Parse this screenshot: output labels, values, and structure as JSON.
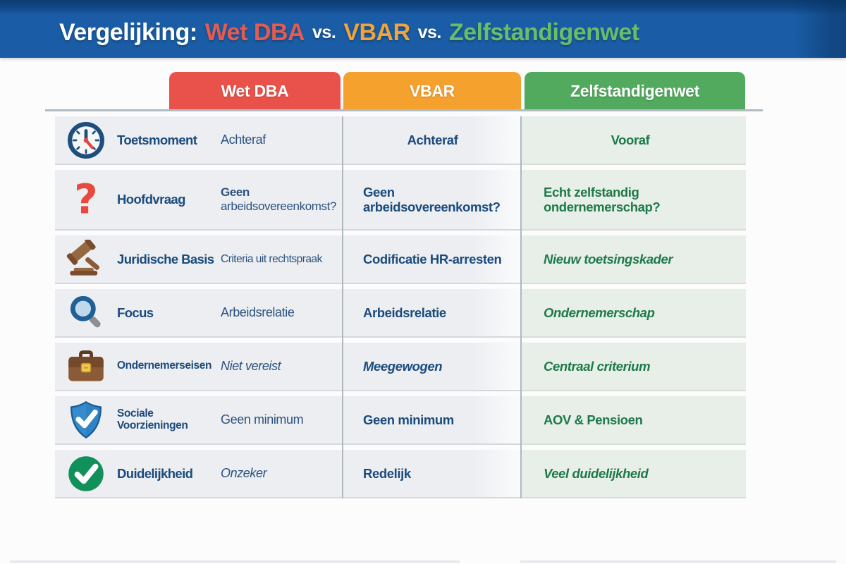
{
  "title": {
    "prefix": "Vergelijking:",
    "law_dba": "Wet DBA",
    "law_vbar": "VBAR",
    "law_zw": "Zelfstandigenwet",
    "vs": "vs."
  },
  "columns": [
    {
      "label": "Wet DBA",
      "color": "#E8524A"
    },
    {
      "label": "VBAR",
      "color": "#F5A12E"
    },
    {
      "label": "Zelfstandigenwet",
      "color": "#52AA5E"
    }
  ],
  "rows": [
    {
      "icon": "clock-icon",
      "label": "Toetsmoment",
      "wet_dba": "Achteraf",
      "vbar": "Achteraf",
      "zelfstandigenwet": "Vooraf"
    },
    {
      "icon": "question-mark-icon",
      "label": "Hoofdvraag",
      "wet_dba": "Geen arbeidsovereenkomst?",
      "vbar": "Geen arbeidsovereenkomst?",
      "zelfstandigenwet": "Echt zelfstandig ondernemerschap?"
    },
    {
      "icon": "gavel-icon",
      "label": "Juridische Basis",
      "wet_dba": "Criteria uit rechtspraak",
      "vbar": "Codificatie HR-arresten",
      "zelfstandigenwet": "Nieuw toetsingskader"
    },
    {
      "icon": "magnifier-icon",
      "label": "Focus",
      "wet_dba": "Arbeidsrelatie",
      "vbar": "Arbeidsrelatie",
      "zelfstandigenwet": "Ondernemerschap"
    },
    {
      "icon": "briefcase-icon",
      "label": "Ondernemerseisen",
      "wet_dba": "Niet vereist",
      "vbar": "Meegewogen",
      "zelfstandigenwet": "Centraal criterium"
    },
    {
      "icon": "shield-icon",
      "label": "Sociale Voorzieningen",
      "wet_dba": "Geen minimum",
      "vbar": "Geen minimum",
      "zelfstandigenwet": "AOV & Pensioen"
    },
    {
      "icon": "check-circle-icon",
      "label": "Duidelijkheid",
      "wet_dba": "Onzeker",
      "vbar": "Redelijk",
      "zelfstandigenwet": "Veel duidelijkheid"
    }
  ],
  "colors": {
    "header_bg": "#1A5DA6",
    "header_bg_dark": "#0C3B70",
    "title_red": "#E45B52",
    "title_orange": "#F0A43E",
    "title_green": "#68BD6B",
    "tab_red": "#E8524A",
    "tab_orange": "#F5A12E",
    "tab_green": "#52AA5E",
    "row_bg": "#ECEEF2",
    "row_green_bg": "#E7EFE8",
    "text_blue": "#1B4B7C",
    "text_green": "#1E7A49"
  }
}
